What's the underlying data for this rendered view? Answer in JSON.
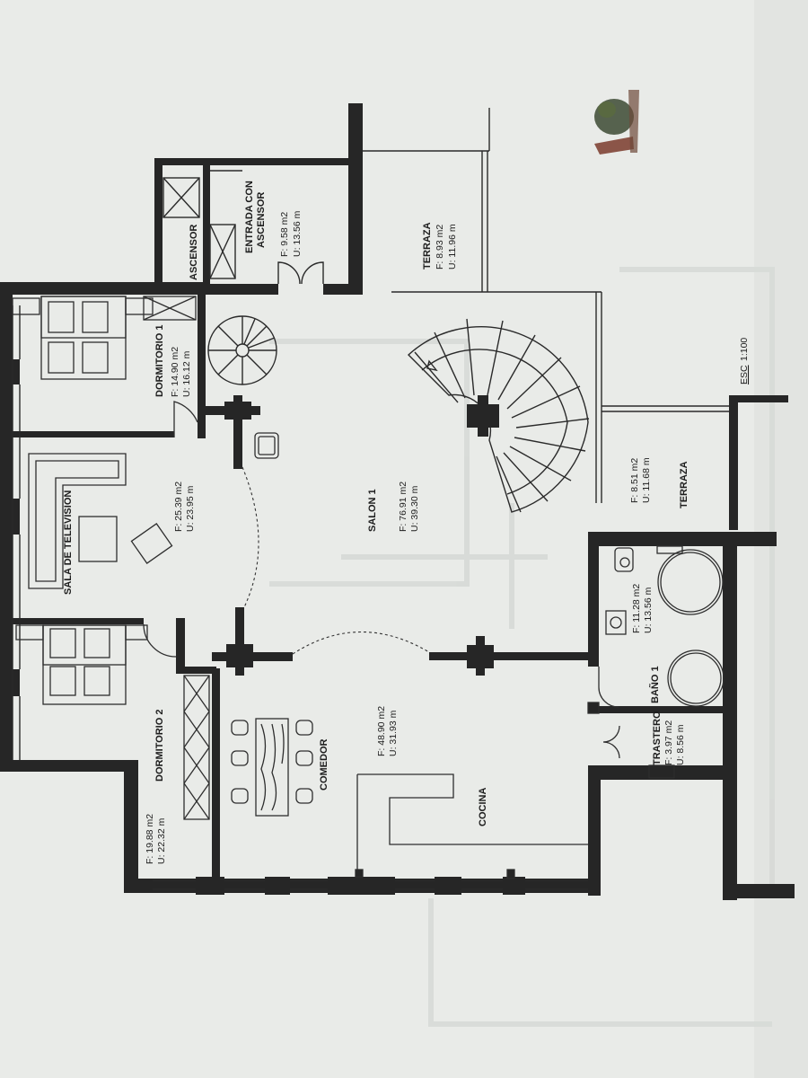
{
  "rooms": {
    "ascensor": {
      "name": "ASCENSOR"
    },
    "entrada": {
      "name_1": "ENTRADA CON",
      "name_2": "ASCENSOR",
      "area": "F: 9.58 m2",
      "perimeter": "U: 13.56 m"
    },
    "terraza_top": {
      "name": "TERRAZA",
      "area": "F: 8.93 m2",
      "perimeter": "U: 11.96 m"
    },
    "dormitorio_1": {
      "name": "DORMITORIO 1",
      "area": "F: 14.90 m2",
      "perimeter": "U: 16.12 m"
    },
    "sala_television": {
      "name": "SALA DE TELEVISION",
      "area": "F: 25.39 m2",
      "perimeter": "U: 23.95 m"
    },
    "salon": {
      "name": "SALON 1",
      "area": "F: 76.91 m2",
      "perimeter": "U: 39.30 m"
    },
    "terraza_right": {
      "name": "TERRAZA",
      "area": "F: 8.51 m2",
      "perimeter": "U: 11.68 m"
    },
    "bano": {
      "name": "BAÑO 1",
      "area": "F: 11.28 m2",
      "perimeter": "U: 13.56 m"
    },
    "trastero": {
      "name": "TRASTERO",
      "area": "F: 3.97 m2",
      "perimeter": "U: 8.56 m"
    },
    "dormitorio_2": {
      "name": "DORMITORIO 2",
      "area": "F: 19.88 m2",
      "perimeter": "U: 22.32 m"
    },
    "comedor": {
      "name": "COMEDOR",
      "area": "F: 48.90 m2",
      "perimeter": "U: 31.93 m"
    },
    "cocina": {
      "name": "COCINA"
    }
  },
  "scale": {
    "label": "ESC",
    "value": "1:100"
  }
}
